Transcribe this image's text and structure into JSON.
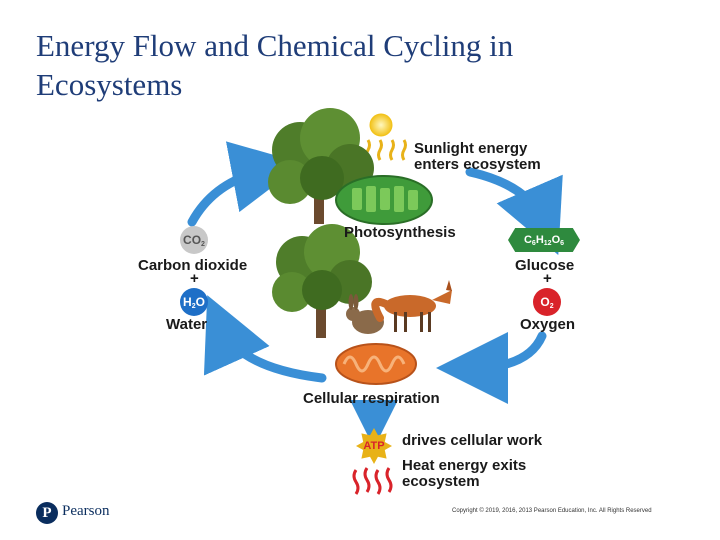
{
  "slide": {
    "title": "Energy Flow and Chemical Cycling in Ecosystems",
    "footer_brand": "Pearson",
    "footer_logo_letter": "P",
    "copyright": "Copyright © 2019, 2016, 2013 Pearson Education, Inc. All Rights Reserved"
  },
  "diagram": {
    "sunlight_line1": "Sunlight energy",
    "sunlight_line2": "enters ecosystem",
    "photosynthesis": "Photosynthesis",
    "co2_badge": {
      "base": "CO",
      "sub": "2"
    },
    "carbon_dioxide": "Carbon dioxide",
    "plus": "+",
    "h2o_badge": {
      "base1": "H",
      "sub1": "2",
      "base2": "O"
    },
    "water": "Water",
    "glucose_badge": {
      "c": "C",
      "c_sub": "6",
      "h": "H",
      "h_sub": "12",
      "o": "O",
      "o_sub": "6"
    },
    "glucose": "Glucose",
    "o2_badge": {
      "base": "O",
      "sub": "2"
    },
    "oxygen": "Oxygen",
    "cellular_respiration": "Cellular respiration",
    "atp": "ATP",
    "drives_work": "drives cellular work",
    "heat_line1": "Heat energy exits",
    "heat_line2": "ecosystem"
  },
  "colors": {
    "title": "#1f3d78",
    "cycle_arrow": "#3a8fd6",
    "sunlight": "#e8b218",
    "heat": "#d9232a"
  }
}
